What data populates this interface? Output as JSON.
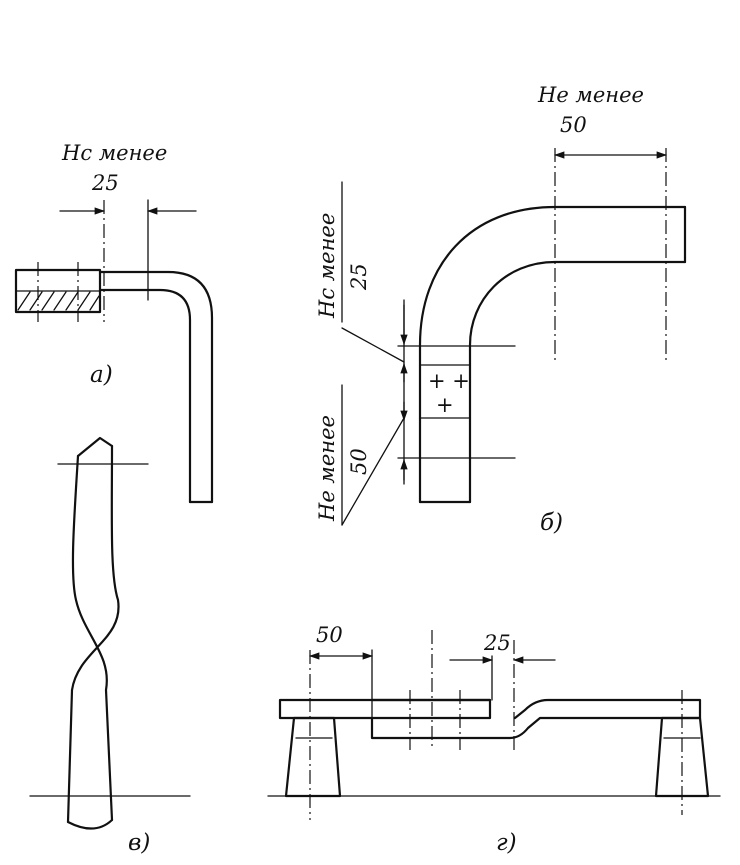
{
  "figure_a": {
    "caption": "а)",
    "dim_text": "Нс менее",
    "dim_value": "25"
  },
  "figure_b": {
    "caption": "б)",
    "top_dim_text": "Не менее",
    "top_dim_value": "50",
    "left_upper_text": "Нс менее",
    "left_upper_value": "25",
    "left_lower_text": "Не менее",
    "left_lower_value": "50",
    "marks": [
      "+ +",
      "+"
    ]
  },
  "figure_v": {
    "caption": "в)"
  },
  "figure_g": {
    "caption": "г)",
    "dim_left_value": "50",
    "dim_right_value": "25"
  }
}
